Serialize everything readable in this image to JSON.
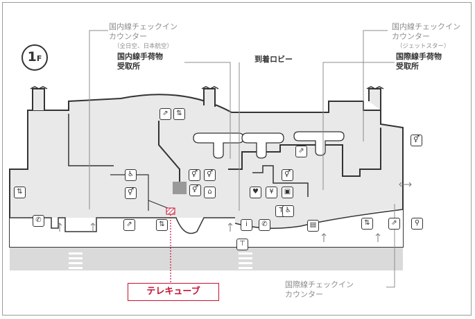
{
  "floor": {
    "number": "1",
    "suffix": "F"
  },
  "labels": {
    "domestic_checkin_left": "国内線チェックイン\nカウンター",
    "domestic_checkin_left_sub": "（全日空、日本航空）",
    "domestic_baggage": "国内線手荷物\n受取所",
    "arrival_lobby": "到着ロビー",
    "domestic_checkin_right": "国内線チェックイン\nカウンター",
    "domestic_checkin_right_sub": "（ジェットスター）",
    "intl_baggage": "国際線手荷物\n受取所",
    "intl_checkin": "国際線チェックイン\nカウンター"
  },
  "highlight": {
    "label": "テレキューブ",
    "color": "#c8102e"
  },
  "colors": {
    "floor_fill": "#e8e8e8",
    "road": "#d9d9d9",
    "wall": "#333333",
    "leader": "#8c8c8c"
  },
  "icons": [
    {
      "id": "escalator-1",
      "glyph": "⇗"
    },
    {
      "id": "elevator-1",
      "glyph": "⇅"
    },
    {
      "id": "accessible-1",
      "glyph": "♿"
    },
    {
      "id": "restroom-1",
      "glyph": "⚥"
    },
    {
      "id": "restroom-2",
      "glyph": "⚥"
    },
    {
      "id": "restroom-3",
      "glyph": "⚥"
    },
    {
      "id": "phone-1",
      "glyph": "✆"
    },
    {
      "id": "elevator-2",
      "glyph": "⇅"
    },
    {
      "id": "escalator-2",
      "glyph": "⇗"
    },
    {
      "id": "elevator-3",
      "glyph": "⇅"
    },
    {
      "id": "restroom-4",
      "glyph": "⚥"
    },
    {
      "id": "escalator-3",
      "glyph": "⇗"
    },
    {
      "id": "restroom-5",
      "glyph": "⚥"
    },
    {
      "id": "nursery-1",
      "glyph": "♥"
    },
    {
      "id": "atm-1",
      "glyph": "¥"
    },
    {
      "id": "info-1",
      "glyph": "i"
    },
    {
      "id": "phone-2",
      "glyph": "✆"
    },
    {
      "id": "taxi-1",
      "glyph": "T"
    },
    {
      "id": "bus-1",
      "glyph": "▣"
    },
    {
      "id": "locker-1",
      "glyph": "▤"
    },
    {
      "id": "elevator-4",
      "glyph": "⇅"
    },
    {
      "id": "escalator-4",
      "glyph": "⇗"
    },
    {
      "id": "bicycle-1",
      "glyph": "⚲"
    },
    {
      "id": "restroom-6",
      "glyph": "⚥"
    },
    {
      "id": "bus-stop-1",
      "glyph": "⊤"
    },
    {
      "id": "wifi-1",
      "glyph": "⌂"
    },
    {
      "id": "accessible-2",
      "glyph": "♿"
    }
  ]
}
